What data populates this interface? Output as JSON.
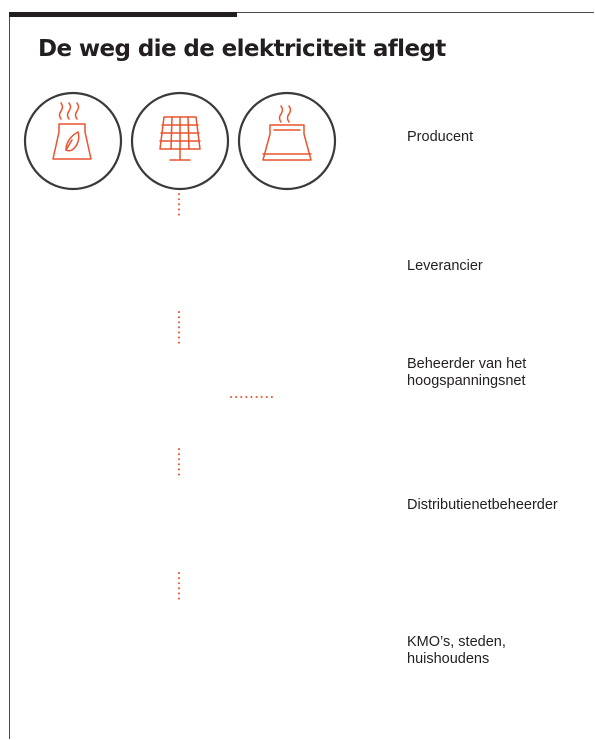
{
  "title": "De weg die de elektriciteit aflegt",
  "colors": {
    "accent": "#e8542e",
    "outline": "#3a3a3a",
    "text": "#231f20"
  },
  "stages": [
    {
      "label": "Producent",
      "icons": [
        "biomass-plant-icon",
        "solar-panel-icon",
        "power-plant-icon"
      ]
    },
    {
      "label": "Leverancier",
      "icons": [
        "energy-handshake-icon"
      ]
    },
    {
      "label": "Beheerder van het hoogspanningsnet",
      "icons": [
        "pylon-icon",
        "factory-icon"
      ]
    },
    {
      "label": "Distributienetbeheerder",
      "icons": [
        "utility-pole-icon"
      ]
    },
    {
      "label": "KMO’s, steden, huishoudens",
      "icons": [
        "house-icon"
      ]
    }
  ]
}
